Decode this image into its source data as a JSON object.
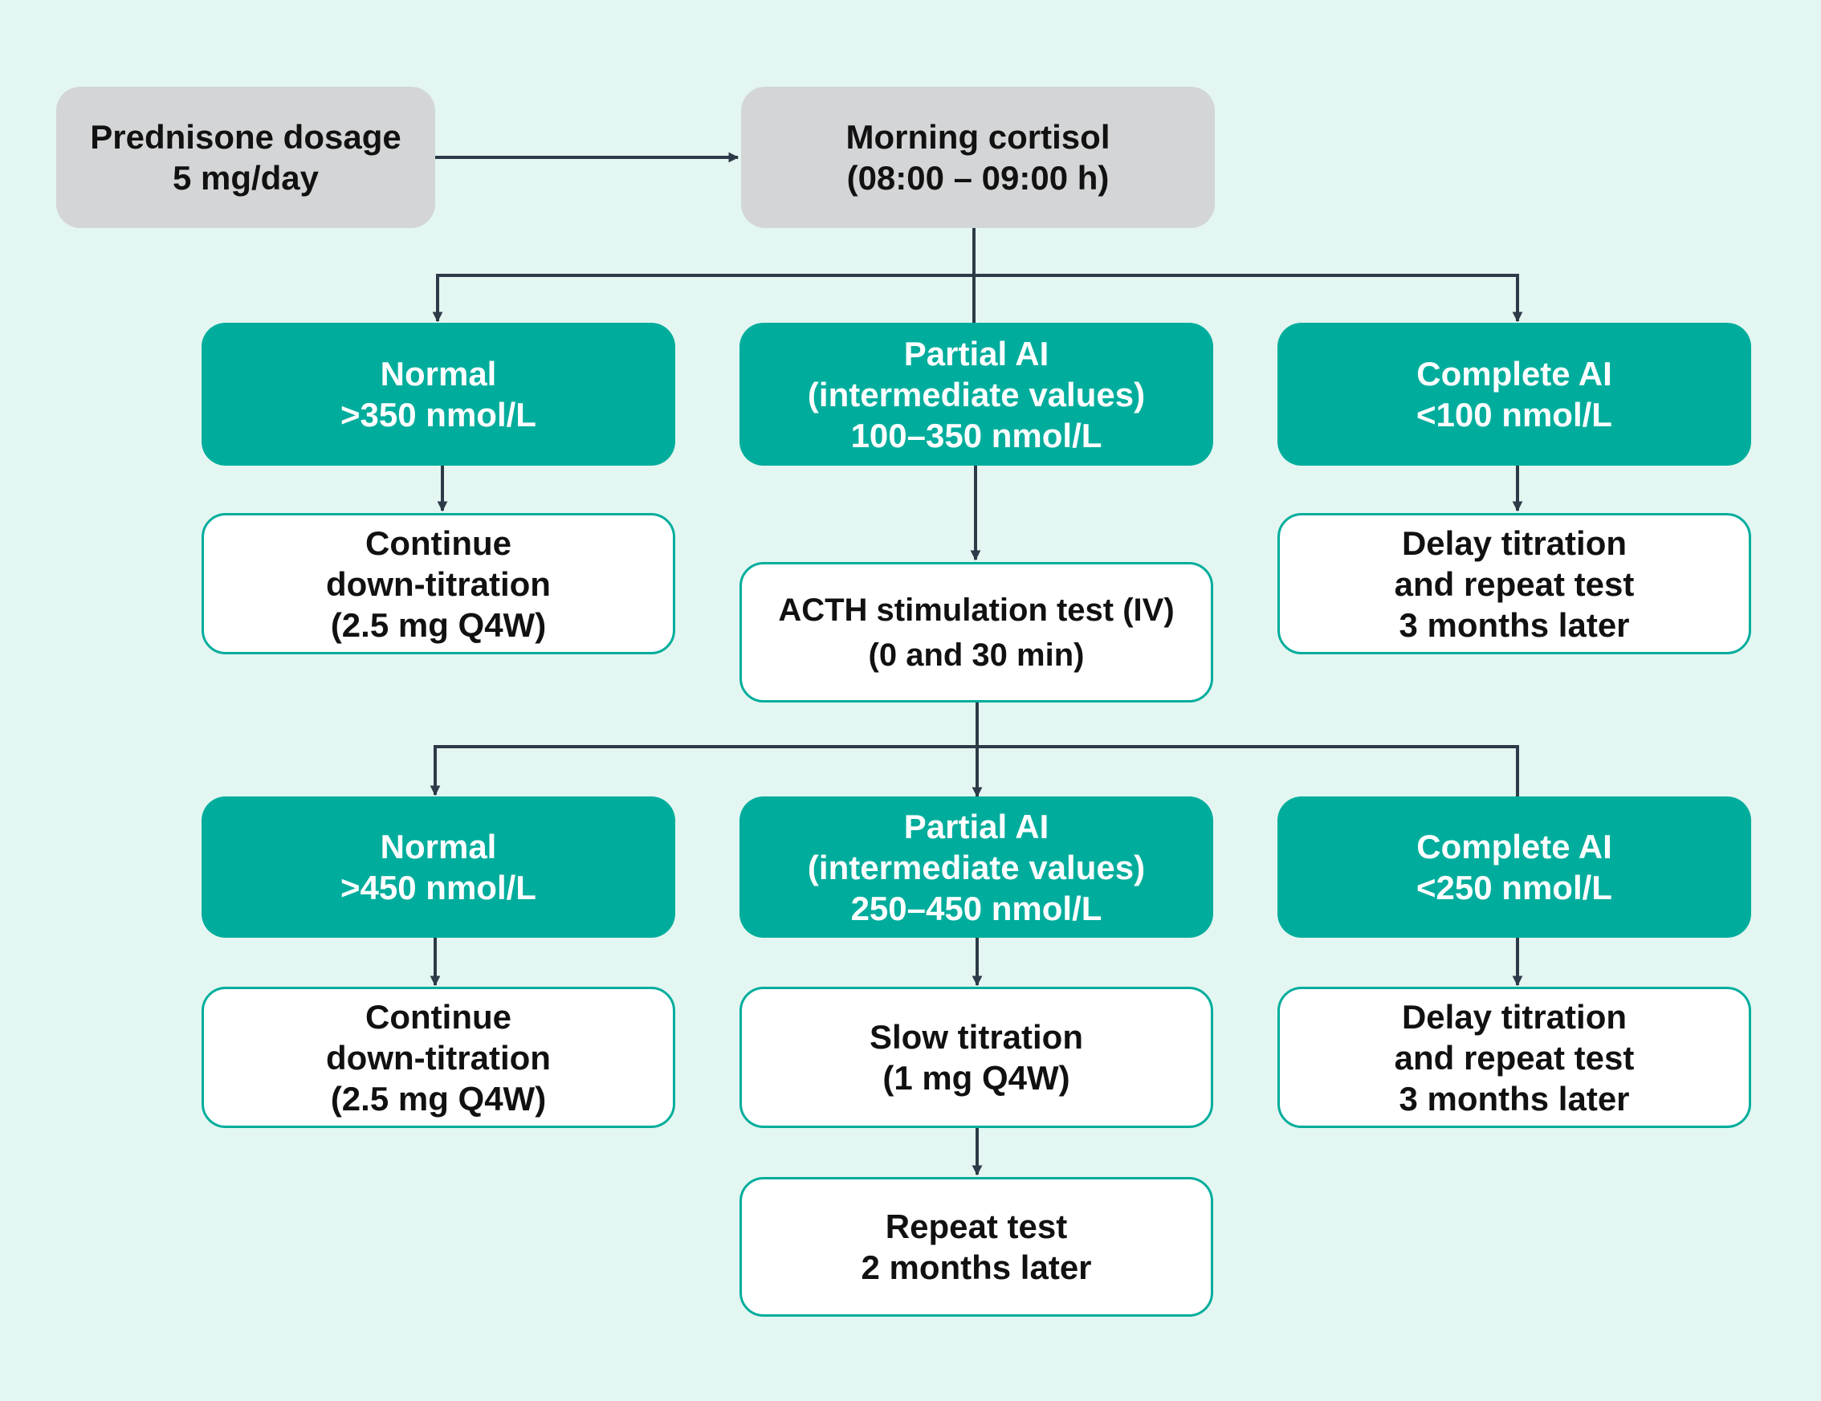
{
  "colors": {
    "background": "#e3f6f1",
    "start_box": "#d3d5d6",
    "result_box": "#00ad9c",
    "action_box_border": "#00ad9c",
    "connector": "#2d3a47"
  },
  "nodes": {
    "prednisone": {
      "lines": [
        "Prednisone dosage",
        "5 mg/day"
      ]
    },
    "morning_cortisol": {
      "lines": [
        "Morning cortisol",
        "(08:00 – 09:00 h)"
      ]
    },
    "normal_1": {
      "lines": [
        "Normal",
        ">350 nmol/L"
      ]
    },
    "partial_1": {
      "lines": [
        "Partial AI",
        "(intermediate values)",
        "100–350 nmol/L"
      ]
    },
    "complete_1": {
      "lines": [
        "Complete AI",
        "<100 nmol/L"
      ]
    },
    "continue_1": {
      "lines": [
        "Continue",
        "down-titration",
        "(2.5 mg Q4W)"
      ]
    },
    "acth_test": {
      "lines": [
        "ACTH stimulation test (IV)",
        "(0 and 30 min)"
      ]
    },
    "delay_1": {
      "lines": [
        "Delay titration",
        "and repeat test",
        "3 months later"
      ]
    },
    "normal_2": {
      "lines": [
        "Normal",
        ">450 nmol/L"
      ]
    },
    "partial_2": {
      "lines": [
        "Partial AI",
        "(intermediate values)",
        "250–450 nmol/L"
      ]
    },
    "complete_2": {
      "lines": [
        "Complete AI",
        "<250 nmol/L"
      ]
    },
    "continue_2": {
      "lines": [
        "Continue",
        "down-titration",
        "(2.5 mg Q4W)"
      ]
    },
    "slow_titration": {
      "lines": [
        "Slow titration",
        "(1 mg Q4W)"
      ]
    },
    "delay_2": {
      "lines": [
        "Delay titration",
        "and repeat test",
        "3 months later"
      ]
    },
    "repeat_test": {
      "lines": [
        "Repeat test",
        "2 months later"
      ]
    }
  }
}
